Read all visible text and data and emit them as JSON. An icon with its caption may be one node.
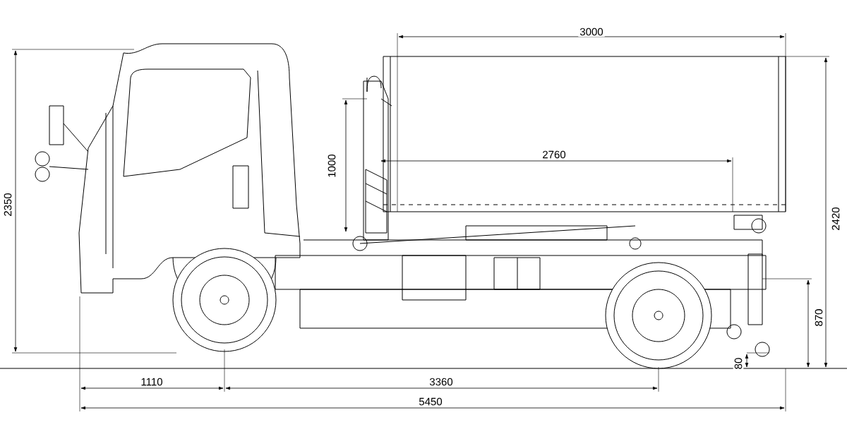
{
  "diagram": {
    "labels": [
      "3000",
      "1000",
      "2760",
      "2350",
      "2420",
      "870",
      "80",
      "1110",
      "3360",
      "5450"
    ]
  }
}
